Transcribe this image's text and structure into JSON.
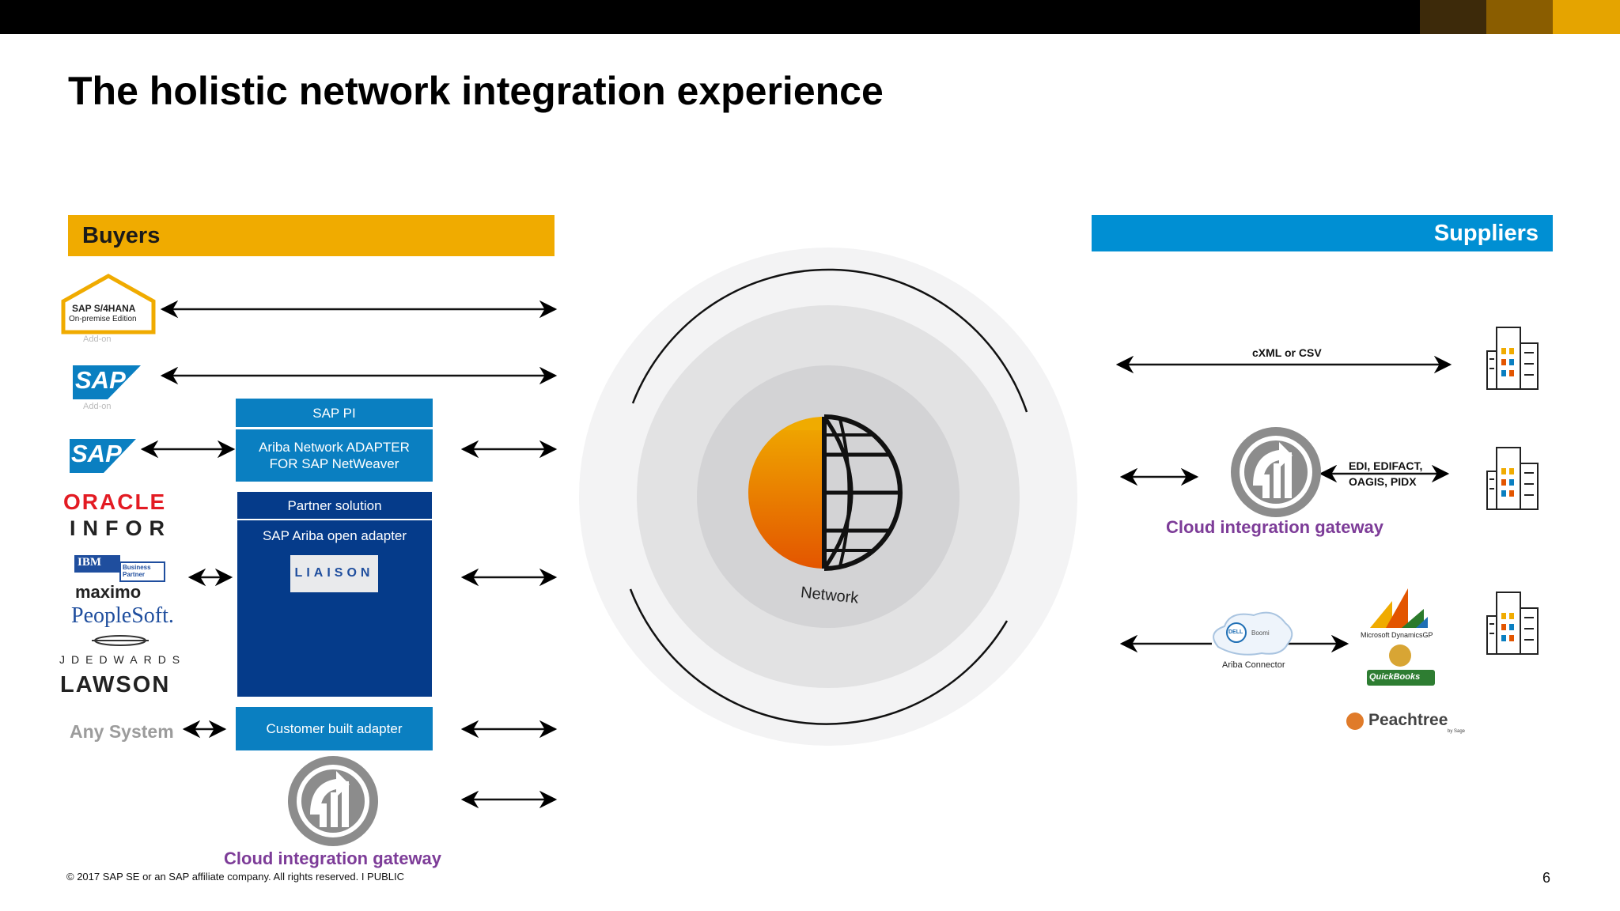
{
  "title": "The holistic network integration experience",
  "buyers": {
    "label": "Buyers",
    "sap_s4": {
      "line1": "SAP S/4HANA",
      "line2": "On-premise Edition",
      "addon": "Add-on"
    },
    "sap_addon": {
      "logo": "SAP",
      "addon": "Add-on"
    },
    "sap_pi_logo": "SAP",
    "oracle": "ORACLE",
    "infor": "INFOR",
    "ibm": {
      "logo": "IBM",
      "badge1": "Business",
      "badge2": "Partner"
    },
    "maximo": "maximo",
    "peoplesoft": "PeopleSoft.",
    "jdedwards": "JDEDWARDS",
    "lawson": "LAWSON",
    "any_system": "Any System"
  },
  "middle": {
    "sap_pi": "SAP PI",
    "adapter_line1": "Ariba Network ADAPTER",
    "adapter_line2": "FOR SAP NetWeaver",
    "partner_solution": "Partner solution",
    "open_adapter": "SAP Ariba open adapter",
    "liaison": "LIAISON",
    "customer_built": "Customer built adapter",
    "cloud_gateway": "Cloud integration gateway"
  },
  "network": {
    "label": "Network"
  },
  "suppliers": {
    "label": "Suppliers",
    "cxml": "cXML or CSV",
    "edi_line1": "EDI, EDIFACT,",
    "edi_line2": "OAGIS, PIDX",
    "cloud_gateway": "Cloud integration gateway",
    "dell": "DELL",
    "boomi": "Boomi",
    "ariba_connector": "Ariba Connector",
    "ms_dynamics": "Microsoft DynamicsGP",
    "quickbooks": "QuickBooks",
    "peachtree": "Peachtree",
    "sage": "by Sage"
  },
  "footer": {
    "copyright": "© 2017 SAP SE or an SAP affiliate company. All rights reserved. I   PUBLIC",
    "page": "6"
  },
  "colors": {
    "sap_gold": "#f0ab00",
    "sap_blue": "#008fd3",
    "purple": "#7d3c98",
    "dark_blue": "#053b8a"
  },
  "icons": [
    "sap-s4hana-house-icon",
    "cloud-gateway-icon",
    "building-icon",
    "globe-icon",
    "cloud-icon"
  ]
}
